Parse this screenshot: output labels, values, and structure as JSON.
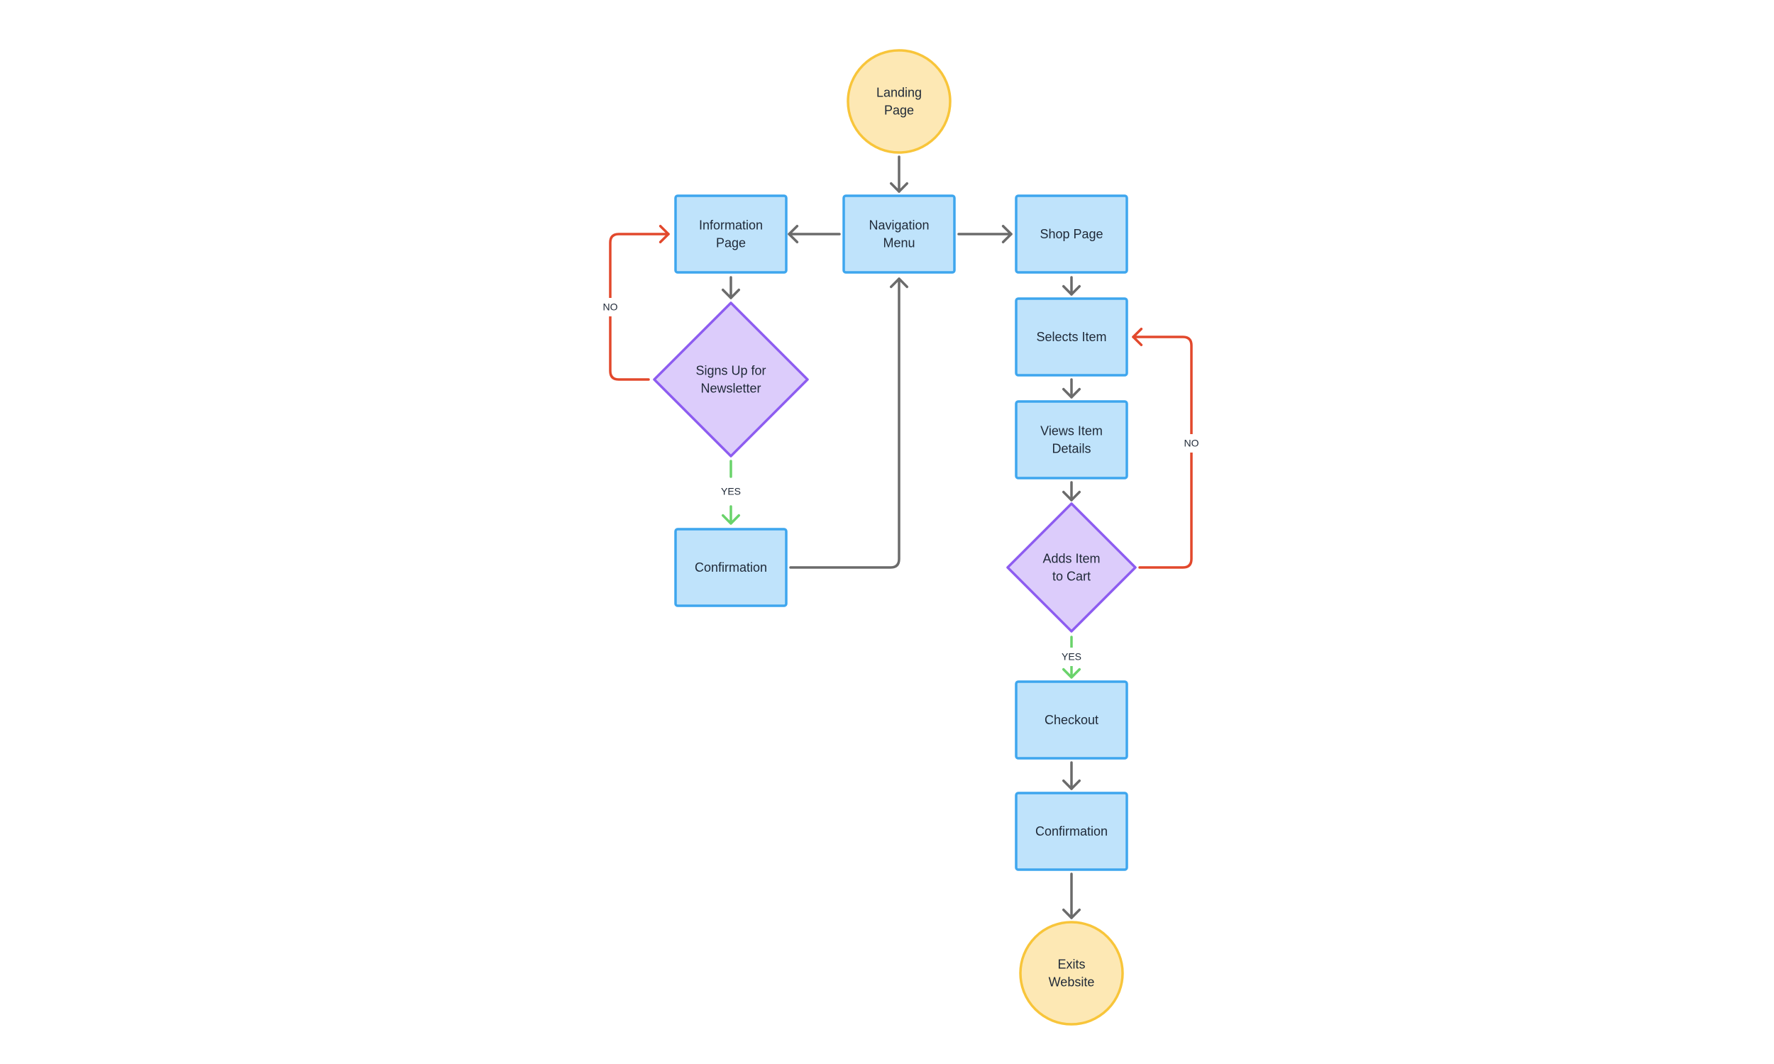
{
  "colors": {
    "process_fill": "#bfe3fb",
    "process_stroke": "#3ea6ee",
    "terminal_fill": "#fde8b4",
    "terminal_stroke": "#f8c53a",
    "decision_fill": "#dcccfb",
    "decision_stroke": "#8d5cf0",
    "flow": "#6b6b6b",
    "no": "#e2482c",
    "yes": "#6ad36b"
  },
  "nodes": {
    "landing": {
      "type": "terminal",
      "lines": [
        "Landing",
        "Page"
      ]
    },
    "nav": {
      "type": "process",
      "lines": [
        "Navigation",
        "Menu"
      ]
    },
    "info": {
      "type": "process",
      "lines": [
        "Information",
        "Page"
      ]
    },
    "shop": {
      "type": "process",
      "lines": [
        "Shop Page"
      ]
    },
    "signup": {
      "type": "decision",
      "lines": [
        "Signs Up for",
        "Newsletter"
      ]
    },
    "confirm_left": {
      "type": "process",
      "lines": [
        "Confirmation"
      ]
    },
    "select": {
      "type": "process",
      "lines": [
        "Selects Item"
      ]
    },
    "views": {
      "type": "process",
      "lines": [
        "Views Item",
        "Details"
      ]
    },
    "addcart": {
      "type": "decision",
      "lines": [
        "Adds Item",
        "to Cart"
      ]
    },
    "checkout": {
      "type": "process",
      "lines": [
        "Checkout"
      ]
    },
    "confirm_right": {
      "type": "process",
      "lines": [
        "Confirmation"
      ]
    },
    "exit": {
      "type": "terminal",
      "lines": [
        "Exits",
        "Website"
      ]
    }
  },
  "edges": [
    {
      "id": "landing-nav",
      "from": "landing",
      "to": "nav",
      "kind": "flow",
      "label": ""
    },
    {
      "id": "nav-info",
      "from": "nav",
      "to": "info",
      "kind": "flow",
      "label": ""
    },
    {
      "id": "nav-shop",
      "from": "nav",
      "to": "shop",
      "kind": "flow",
      "label": ""
    },
    {
      "id": "info-signup",
      "from": "info",
      "to": "signup",
      "kind": "flow",
      "label": ""
    },
    {
      "id": "signup-info-no",
      "from": "signup",
      "to": "info",
      "kind": "no",
      "label": "NO"
    },
    {
      "id": "signup-confirm-yes",
      "from": "signup",
      "to": "confirm_left",
      "kind": "yes",
      "label": "YES"
    },
    {
      "id": "confirm-nav",
      "from": "confirm_left",
      "to": "nav",
      "kind": "flow",
      "label": ""
    },
    {
      "id": "shop-select",
      "from": "shop",
      "to": "select",
      "kind": "flow",
      "label": ""
    },
    {
      "id": "select-views",
      "from": "select",
      "to": "views",
      "kind": "flow",
      "label": ""
    },
    {
      "id": "views-addcart",
      "from": "views",
      "to": "addcart",
      "kind": "flow",
      "label": ""
    },
    {
      "id": "addcart-select-no",
      "from": "addcart",
      "to": "select",
      "kind": "no",
      "label": "NO"
    },
    {
      "id": "addcart-checkout-yes",
      "from": "addcart",
      "to": "checkout",
      "kind": "yes",
      "label": "YES"
    },
    {
      "id": "checkout-confirm",
      "from": "checkout",
      "to": "confirm_right",
      "kind": "flow",
      "label": ""
    },
    {
      "id": "confirm-exit",
      "from": "confirm_right",
      "to": "exit",
      "kind": "flow",
      "label": ""
    }
  ]
}
